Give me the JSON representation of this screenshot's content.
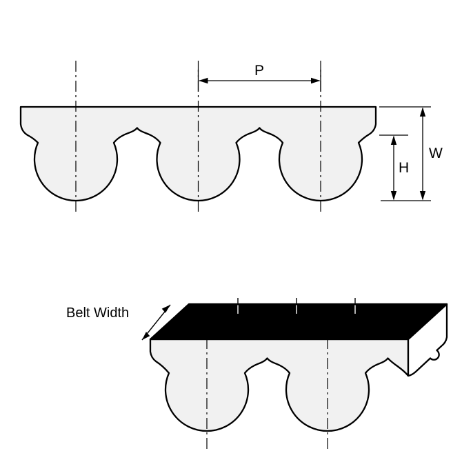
{
  "diagram": {
    "view_top": {
      "pitch_label": "P",
      "width_label": "W",
      "height_label": "H"
    },
    "view_bottom": {
      "belt_width_label": "Belt Width"
    },
    "colors": {
      "line": "#000000",
      "belt_fill": "#f1f1f1",
      "top_face_fill": "#000000",
      "end_face_fill": "#ffffff",
      "background": "#ffffff"
    }
  }
}
